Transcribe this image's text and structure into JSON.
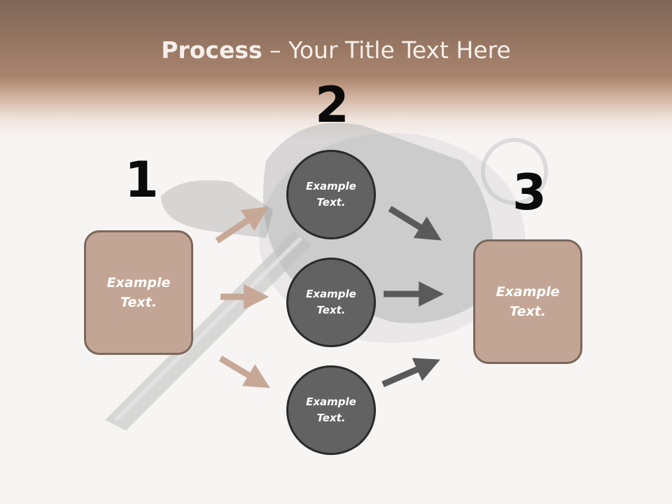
{
  "title": {
    "bold": "Process",
    "rest": " – Your Title Text Here"
  },
  "steps": [
    {
      "number": "1"
    },
    {
      "number": "2"
    },
    {
      "number": "3"
    }
  ],
  "left_box": {
    "line1": "Example",
    "line2": "Text."
  },
  "right_box": {
    "line1": "Example",
    "line2": "Text."
  },
  "circles": [
    {
      "line1": "Example",
      "line2": "Text."
    },
    {
      "line1": "Example",
      "line2": "Text."
    },
    {
      "line1": "Example",
      "line2": "Text."
    }
  ],
  "colors": {
    "box_fill": "#c3a595",
    "circle_fill": "#626262",
    "arrow_left": "#c7a897",
    "arrow_right": "#5a5a5a"
  }
}
